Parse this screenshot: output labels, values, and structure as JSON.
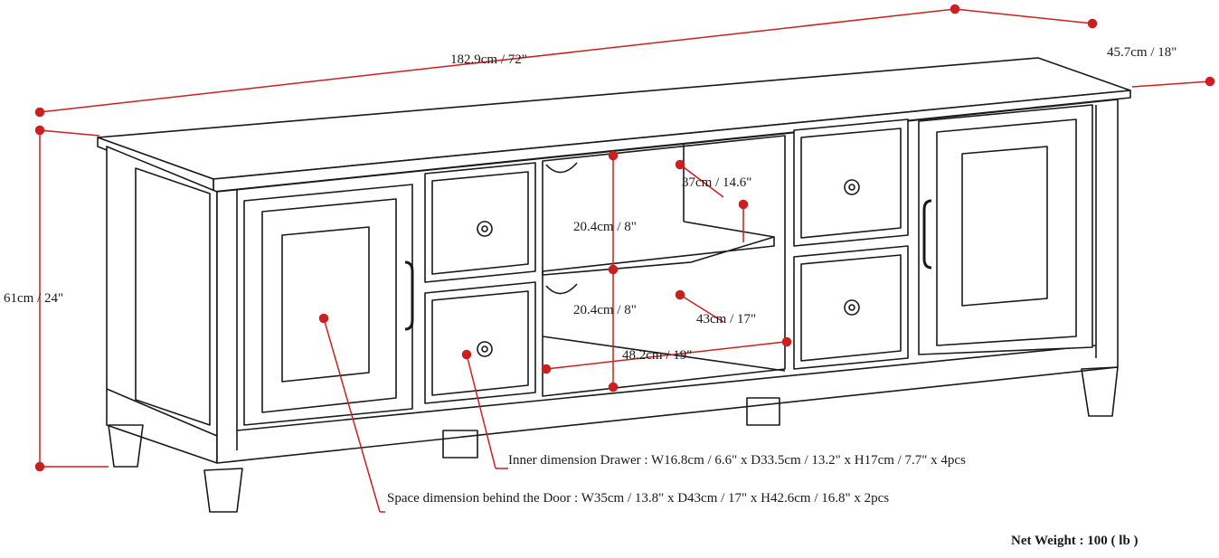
{
  "diagram": {
    "type": "furniture-dimension-drawing",
    "subject": "tv-stand",
    "colors": {
      "line": "#1a1a1a",
      "dimension": "#cc1f1f",
      "background": "#ffffff"
    }
  },
  "dimensions": {
    "width": "182.9cm / 72\"",
    "depth": "45.7cm / 18\"",
    "height": "61cm / 24\"",
    "shelf_depth_upper": "37cm / 14.6\"",
    "shelf_height_upper": "20.4cm / 8\"",
    "shelf_height_lower": "20.4cm / 8\"",
    "shelf_depth_lower": "43cm / 17\"",
    "shelf_width": "48.2cm / 19\""
  },
  "notes": {
    "drawer": "Inner dimension Drawer : W16.8cm / 6.6\" x D33.5cm / 13.2\" x H17cm / 7.7\" x 4pcs",
    "door": "Space dimension behind the Door  : W35cm / 13.8\" x D43cm / 17\" x H42.6cm / 16.8\" x 2pcs",
    "weight": "Net Weight : 100 ( lb )"
  }
}
